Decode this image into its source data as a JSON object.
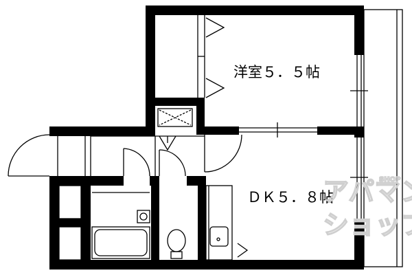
{
  "rooms": {
    "western": {
      "label": "洋室５．５帖"
    },
    "dk": {
      "label": "ＤＫ５．８帖"
    }
  },
  "watermark": {
    "line1": "アパマン",
    "line2": "ショップ",
    "small": "SHOP"
  },
  "colors": {
    "wall": "#000000",
    "line": "#000000",
    "watermark": "#cfcfcf",
    "background": "#ffffff"
  }
}
